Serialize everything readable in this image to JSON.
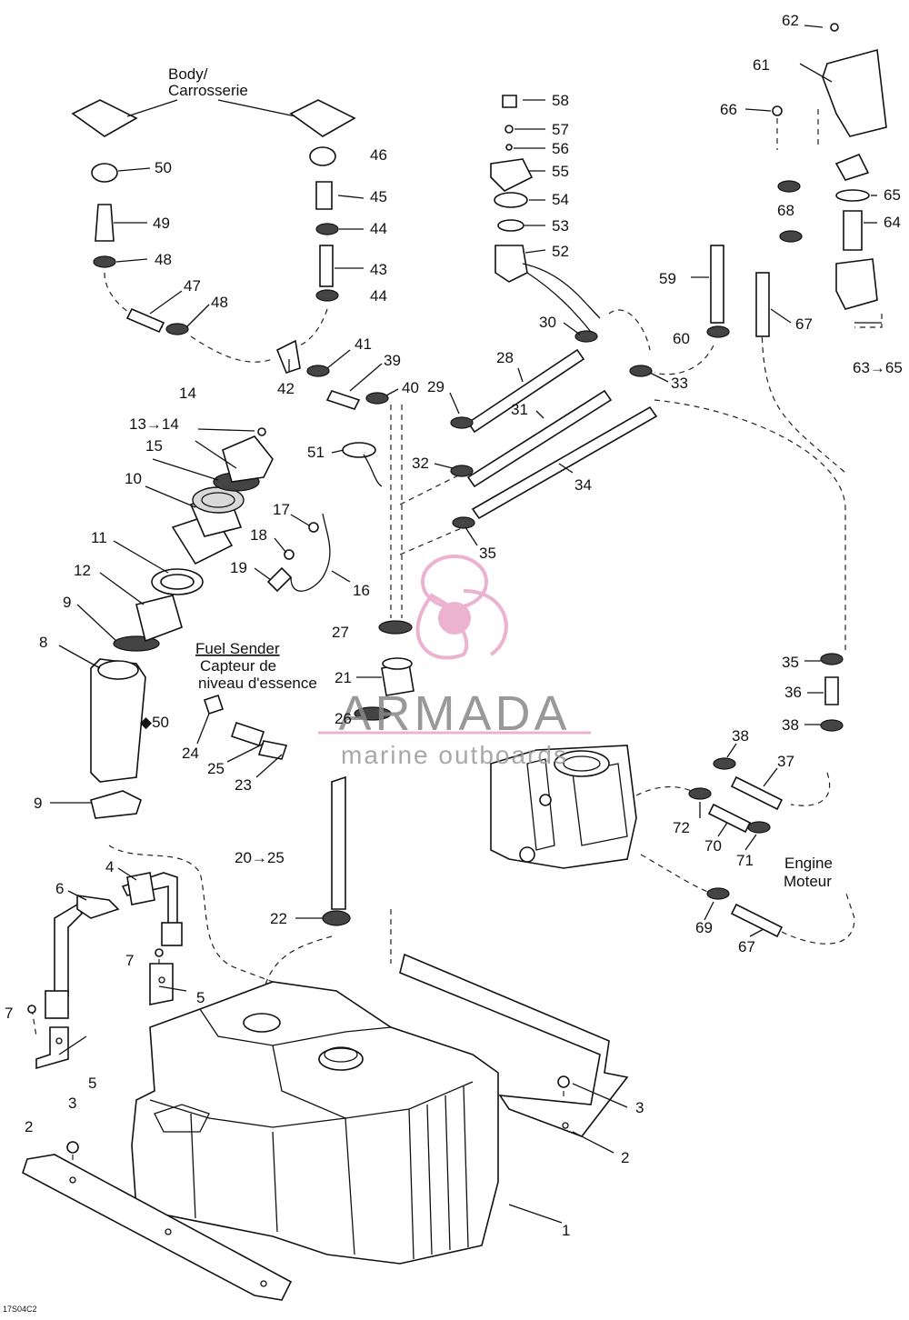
{
  "diagram": {
    "labels": {
      "body": "Body/",
      "carrosserie": "Carrosserie",
      "fuel_sender": "Fuel Sender",
      "capteur_de": "Capteur de",
      "niveau": "niveau d'essence",
      "engine": "Engine",
      "moteur": "Moteur",
      "drawing_code": "17S04C2"
    },
    "parts": {
      "p62": "62",
      "p61": "61",
      "p66": "66",
      "p65": "65",
      "p64": "64",
      "p68": "68",
      "p63r": "63→65",
      "p58": "58",
      "p57": "57",
      "p56": "56",
      "p55": "55",
      "p54": "54",
      "p53": "53",
      "p52": "52",
      "p59": "59",
      "p60": "60",
      "p67a": "67",
      "p50": "50",
      "p46": "46",
      "p49": "49",
      "p45": "45",
      "p44a": "44",
      "p43": "43",
      "p48a": "48",
      "p44b": "44",
      "p47": "47",
      "p48b": "48",
      "p41": "41",
      "p39": "39",
      "p42": "42",
      "p40": "40",
      "p30": "30",
      "p28": "28",
      "p33": "33",
      "p29": "29",
      "p31": "31",
      "p14": "14",
      "p13r": "13→14",
      "p15": "15",
      "p51": "51",
      "p32": "32",
      "p34": "34",
      "p10": "10",
      "p17": "17",
      "p18": "18",
      "p35a": "35",
      "p11": "11",
      "p19": "19",
      "p16": "16",
      "p12": "12",
      "p9a": "9",
      "p27": "27",
      "p8": "8",
      "p35b": "35",
      "p21": "21",
      "p36": "36",
      "p50b": "◆50",
      "p26": "26",
      "p38a": "38",
      "p38b": "38",
      "p24": "24",
      "p25": "25",
      "p37": "37",
      "p23": "23",
      "p9b": "9",
      "p72": "72",
      "p70": "70",
      "p71": "71",
      "p20r": "20→25",
      "p4": "4",
      "p6": "6",
      "p22": "22",
      "p69": "69",
      "p67b": "67",
      "p7a": "7",
      "p5a": "5",
      "p7b": "7",
      "p5b": "5",
      "p3a": "3",
      "p3b": "3",
      "p2a": "2",
      "p2b": "2",
      "p1": "1"
    }
  },
  "watermark": {
    "brand": "ARMADA",
    "tagline": "marine outboards",
    "accent_color": "#e8a6c8"
  }
}
